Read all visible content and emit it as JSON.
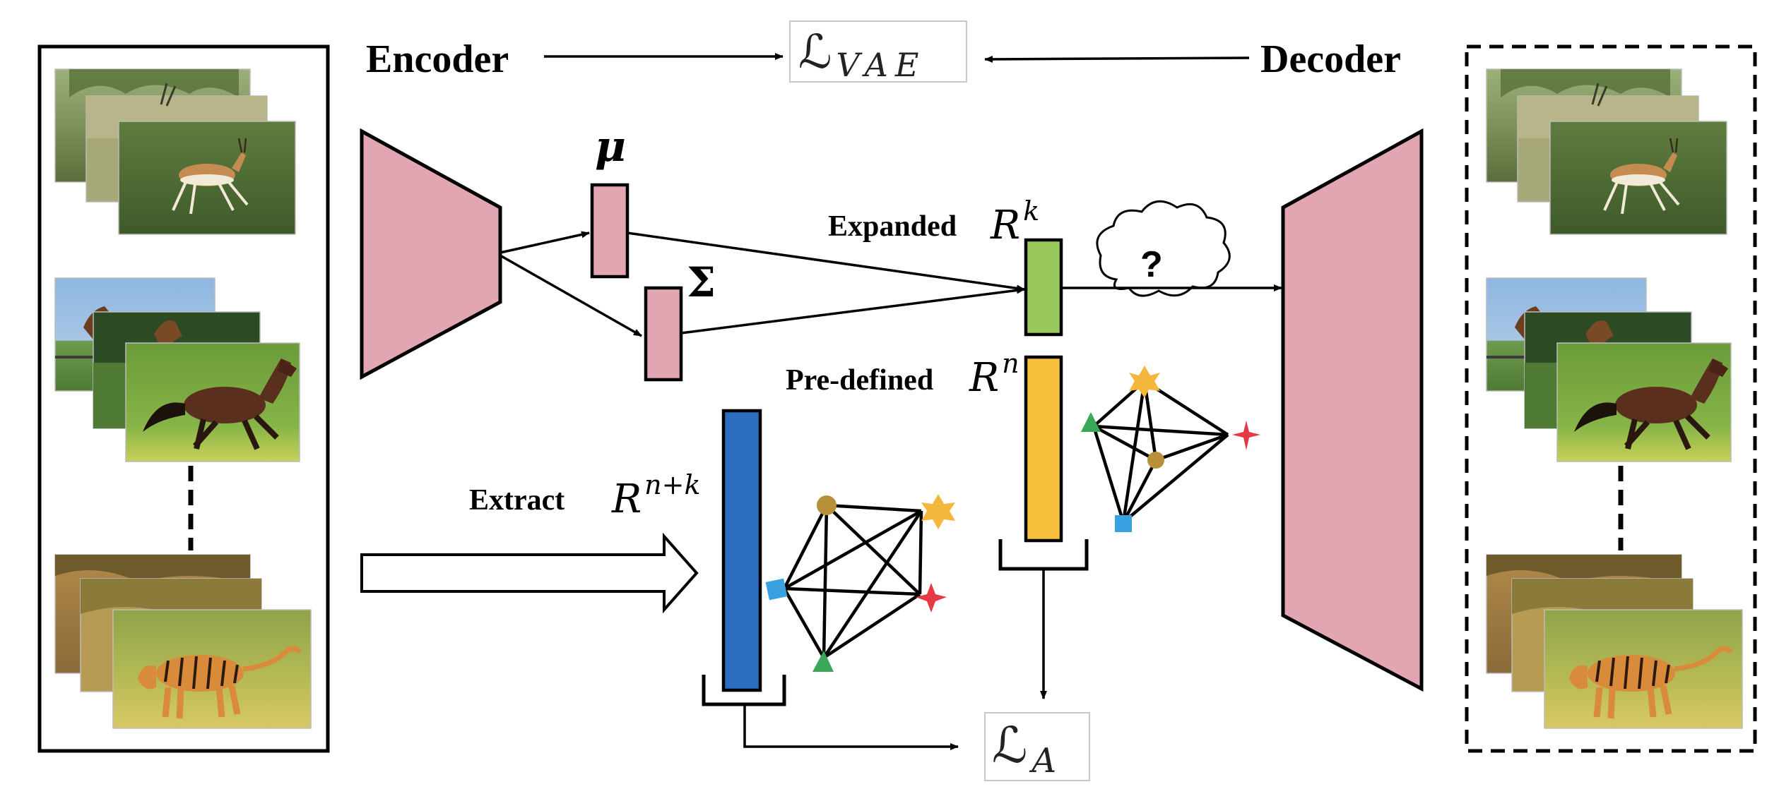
{
  "header": {
    "encoder_label": "Encoder",
    "decoder_label": "Decoder",
    "vae_loss": {
      "symbol": "ℒ",
      "subscript": "VAE"
    }
  },
  "latent": {
    "mu_label": "μ",
    "sigma_label": "Σ",
    "expanded": {
      "label": "Expanded",
      "base": "R",
      "sup": "k"
    },
    "predefined": {
      "label": "Pre-defined",
      "base": "R",
      "sup": "n"
    },
    "extract": {
      "label": "Extract",
      "base": "R",
      "sup": "n+k"
    },
    "unknown_mark": "?"
  },
  "alignment_loss": {
    "symbol": "ℒ",
    "subscript": "A"
  },
  "input_images": [
    "gazelle",
    "horse",
    "tiger"
  ],
  "output_images": [
    "gazelle",
    "horse",
    "tiger"
  ],
  "colors": {
    "encoder_decoder": "#e2a6b3",
    "mu_sigma": "#e2a6b3",
    "expanded_bar": "#98c95a",
    "predefined_bar": "#f7bf3c",
    "extract_bar": "#2b6ebf",
    "shape_star": "#f5b73b",
    "shape_cross": "#e63946",
    "shape_triangle": "#3aa657",
    "shape_square": "#3aa1e0",
    "shape_circle": "#b8903a"
  }
}
